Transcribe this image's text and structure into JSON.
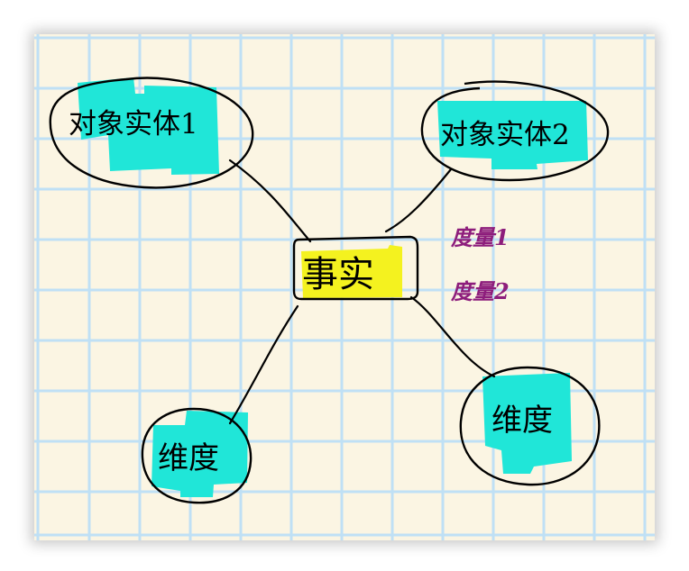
{
  "diagram": {
    "center": {
      "label": "事实",
      "highlight_color": "#f4f21f"
    },
    "entity1": {
      "label": "对象实体1"
    },
    "entity2": {
      "label": "对象实体2"
    },
    "dimension1": {
      "label": "维度"
    },
    "dimension2": {
      "label": "维度"
    },
    "measures": [
      {
        "label": "度量1"
      },
      {
        "label": "度量2"
      }
    ]
  },
  "colors": {
    "paper": "#fbf5e3",
    "grid": "#bfe0f5",
    "highlight_cyan": "#20e6d8",
    "measure_text": "#8d1d7c",
    "ink": "#000000"
  }
}
